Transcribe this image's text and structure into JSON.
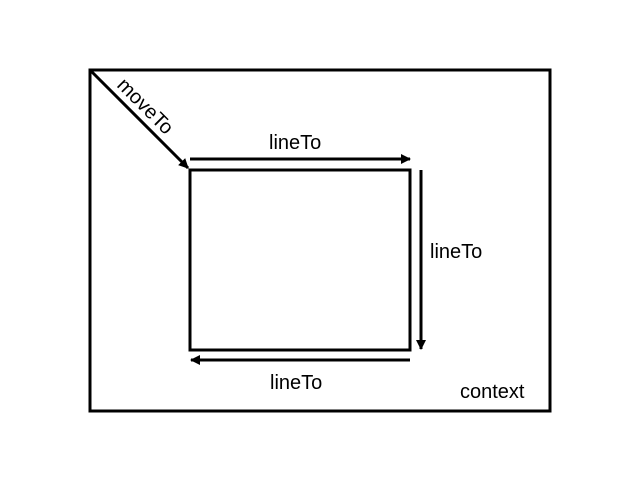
{
  "diagram": {
    "labels": {
      "move_to": "moveTo",
      "line_to_top": "lineTo",
      "line_to_right": "lineTo",
      "line_to_bottom": "lineTo",
      "context": "context"
    },
    "colors": {
      "stroke": "#000000",
      "background": "#ffffff"
    }
  }
}
